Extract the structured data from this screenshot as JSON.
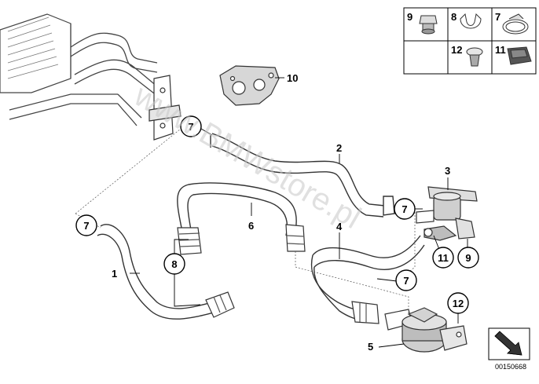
{
  "watermark": "www.BMWstore.pl",
  "document_number": "00150668",
  "part_labels": {
    "p1": "1",
    "p2": "2",
    "p3": "3",
    "p4": "4",
    "p5": "5",
    "p6": "6",
    "p10": "10"
  },
  "callouts": {
    "c7_top": "7",
    "c7_right": "7",
    "c7_left": "7",
    "c7_lower": "7",
    "c8": "8",
    "c11": "11",
    "c9": "9",
    "c12": "12"
  },
  "legend": {
    "r1c1": "9",
    "r1c2": "8",
    "r1c3": "7",
    "r2c2": "12",
    "r2c3": "11"
  }
}
